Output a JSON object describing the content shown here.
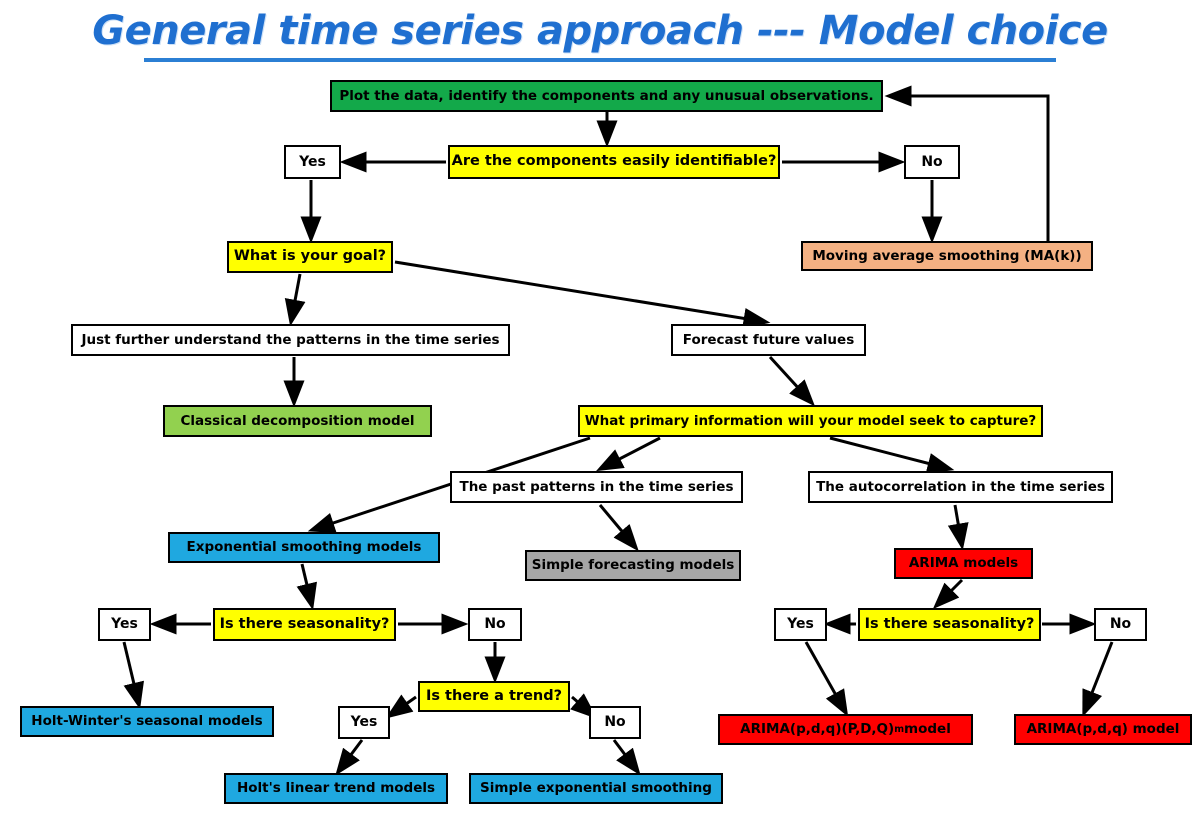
{
  "title": "General time series approach --- Model choice",
  "theme": {
    "title_color": "#1f6fd0",
    "green": "#13a94a",
    "yellow": "#ffff00",
    "peach": "#f4b183",
    "light_green": "#92d14f",
    "blue": "#1fa8e0",
    "gray": "#a6a6a6",
    "red": "#ff0000",
    "white": "#ffffff",
    "border": "#000000"
  },
  "nodes": {
    "plot_data": "Plot the data, identify the components and any unusual observations.",
    "components_q": "Are the components easily identifiable?",
    "yes_components": "Yes",
    "no_components": "No",
    "moving_average": "Moving average smoothing (MA(k))",
    "goal_q": "What is your goal?",
    "understand_patterns": "Just further understand the patterns in the time series",
    "forecast_future": "Forecast future values",
    "classical_decomposition": "Classical decomposition model",
    "primary_info_q": "What primary information will your model seek to capture?",
    "past_patterns": "The past patterns in the time series",
    "autocorrelation": "The autocorrelation in the time series",
    "exponential_smoothing": "Exponential smoothing models",
    "simple_forecasting": "Simple forecasting models",
    "arima_models": "ARIMA models",
    "seasonality_q_left": "Is there seasonality?",
    "yes_seasonality_left": "Yes",
    "no_seasonality_left": "No",
    "holt_winters": "Holt-Winter's seasonal models",
    "trend_q": "Is there a trend?",
    "yes_trend": "Yes",
    "no_trend": "No",
    "holt_linear": "Holt's linear trend models",
    "simple_exp_smoothing": "Simple exponential smoothing",
    "seasonality_q_right": "Is there seasonality?",
    "yes_seasonality_right": "Yes",
    "no_seasonality_right": "No",
    "arima_seasonal_prefix": "ARIMA(p,d,q)(P,D,Q)",
    "arima_seasonal_sub": "m",
    "arima_seasonal_suffix": " model",
    "arima_plain": "ARIMA(p,d,q) model"
  }
}
